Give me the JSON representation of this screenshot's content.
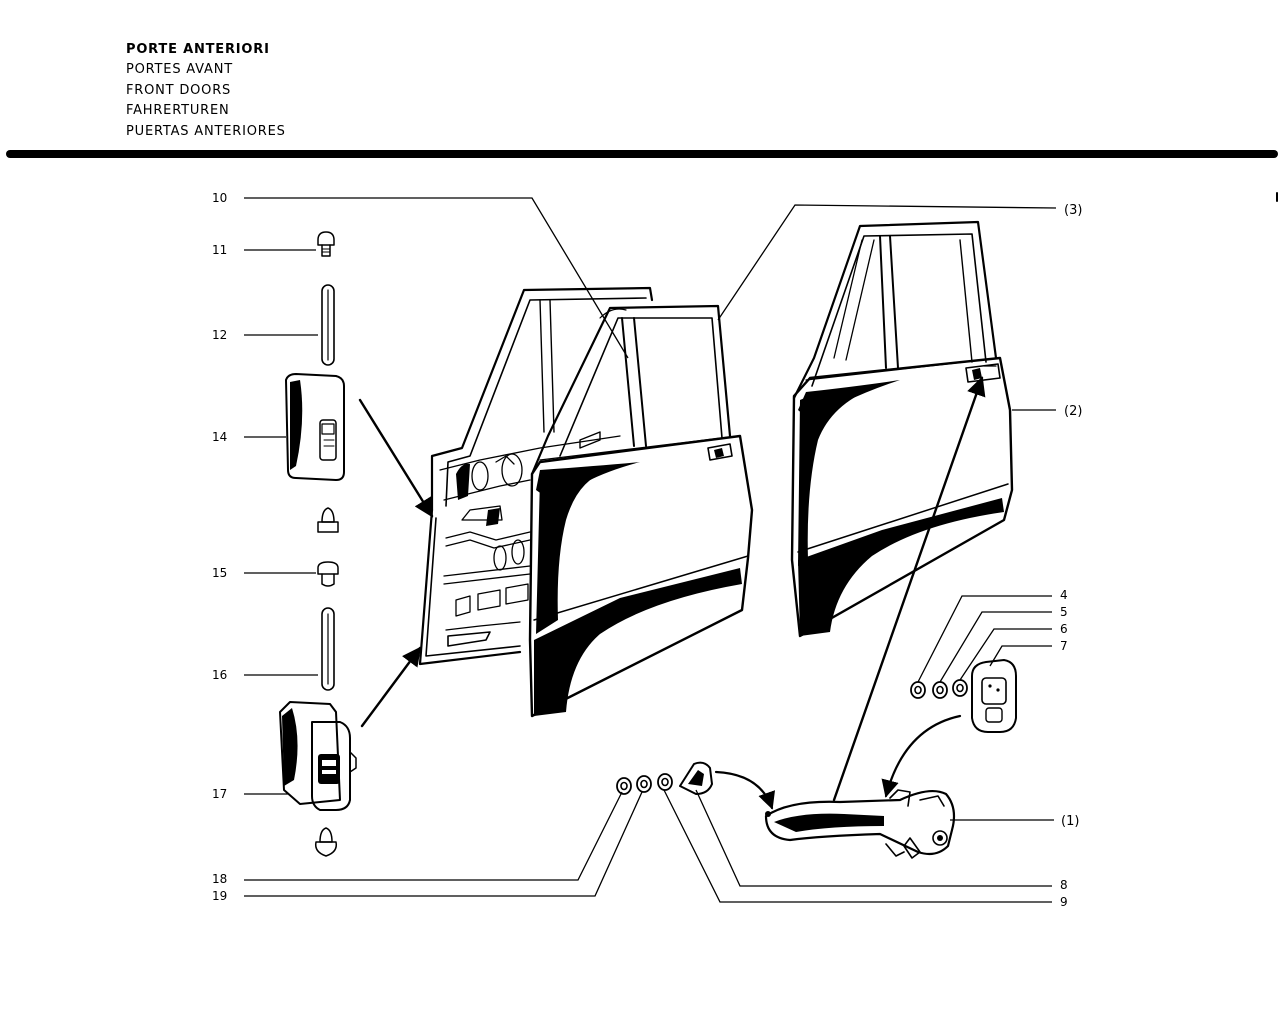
{
  "header": {
    "titles": [
      "PORTE ANTERIORI",
      "PORTES AVANT",
      "FRONT DOORS",
      "FAHRERTUREN",
      "PUERTAS ANTERIORES"
    ]
  },
  "callouts": {
    "c10": "10",
    "c11": "11",
    "c12": "12",
    "c14": "14",
    "c15": "15",
    "c16": "16",
    "c17": "17",
    "c18": "18",
    "c19": "19",
    "c4": "4",
    "c5": "5",
    "c6": "6",
    "c7": "7",
    "c8": "8",
    "c9": "9",
    "c3": "(3)",
    "c2": "(2)",
    "c1": "(1)"
  }
}
